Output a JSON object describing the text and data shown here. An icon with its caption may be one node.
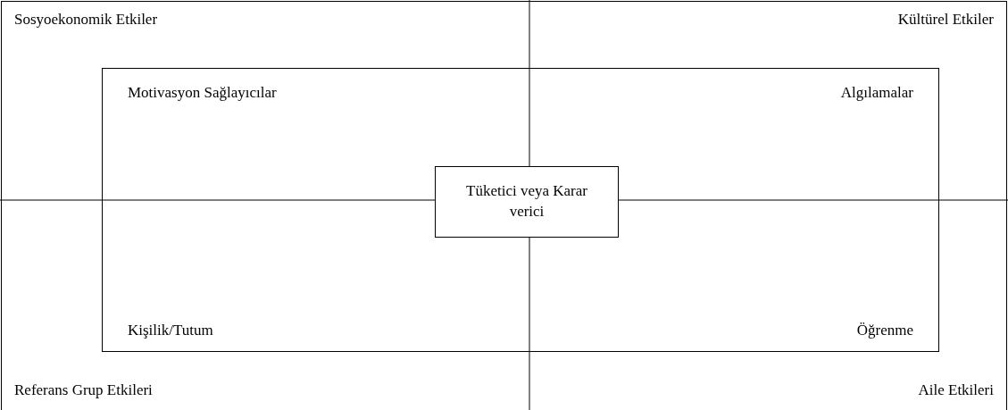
{
  "diagram": {
    "nodes": [
      {
        "text": [
          "Sosyoekonomik Etkiler",
          "Kültürel Etkiler",
          "Referans Grup Etkileri",
          "Aile Etkileri"
        ]
      },
      {
        "text": [
          "Motivasyon Sağlayıcılar",
          "Algılamalar",
          "Kişilik/Tutum",
          "Öğrenme"
        ],
        "in": 0
      },
      {
        "text": [
          "Tüketici veya Karar verici"
        ],
        "in": 1
      }
    ]
  }
}
